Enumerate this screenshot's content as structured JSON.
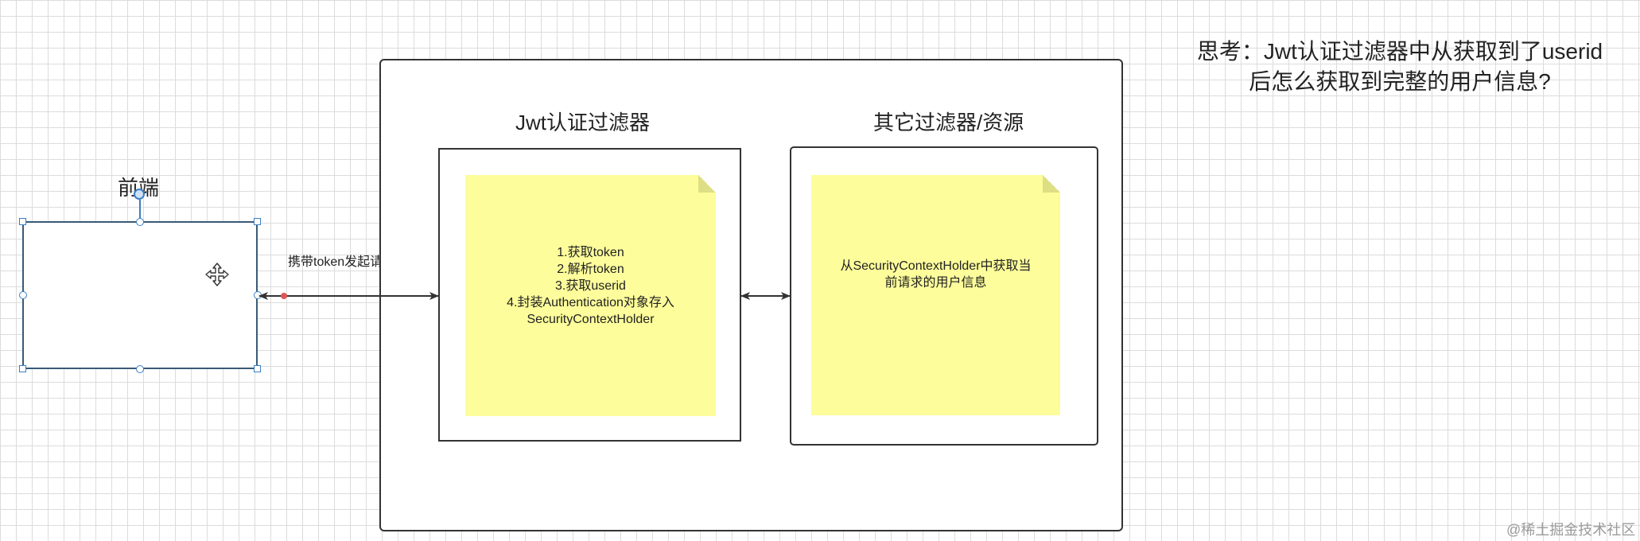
{
  "question": {
    "line1": "思考：Jwt认证过滤器中从获取到了userid",
    "line2": "后怎么获取到完整的用户信息?"
  },
  "frontend": {
    "label": "前端"
  },
  "request_edge": {
    "label": "携带token发起请求"
  },
  "jwt_filter": {
    "title": "Jwt认证过滤器",
    "note_lines": "1.获取token\n2.解析token\n3.获取userid\n4.封装Authentication对象存入\nSecurityContextHolder"
  },
  "other_filters": {
    "title": "其它过滤器/资源",
    "note_lines": "从SecurityContextHolder中获取当\n前请求的用户信息"
  },
  "watermark": {
    "text": "@稀土掘金技术社区"
  },
  "colors": {
    "note_fill": "#fdfd9b",
    "selection_handle": "#3b7fc4",
    "edge": "#333333",
    "anchor_dot": "#e05555"
  }
}
